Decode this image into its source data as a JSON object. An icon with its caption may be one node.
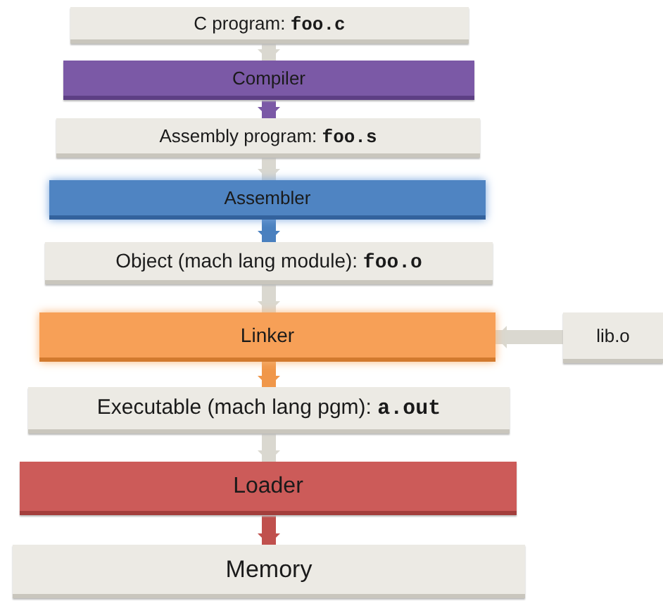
{
  "diagram": {
    "nodes": [
      {
        "text": [
          "C program: **foo.c**"
        ]
      },
      {
        "text": [
          "Compiler"
        ]
      },
      {
        "text": [
          "Assembly program: **foo.s**"
        ]
      },
      {
        "text": [
          "Assembler"
        ]
      },
      {
        "text": [
          "Object (mach lang module): **foo.o**"
        ]
      },
      {
        "text": [
          "Linker"
        ]
      },
      {
        "text": [
          "Executable (mach lang pgm): **a.out**"
        ]
      },
      {
        "text": [
          "Loader"
        ]
      },
      {
        "text": [
          "Memory"
        ]
      },
      {
        "text": [
          "lib.o"
        ]
      }
    ],
    "edges": [
      {
        "from": 0,
        "to": 1,
        "arrow": "to"
      },
      {
        "from": 1,
        "to": 2,
        "arrow": "to",
        "color": "#7b59a6"
      },
      {
        "from": 2,
        "to": 3,
        "arrow": "to"
      },
      {
        "from": 3,
        "to": 4,
        "arrow": "to",
        "color": "#4a80bf"
      },
      {
        "from": 4,
        "to": 5,
        "arrow": "to"
      },
      {
        "from": 5,
        "to": 6,
        "arrow": "to",
        "color": "#f0974a"
      },
      {
        "from": 6,
        "to": 7,
        "arrow": "to"
      },
      {
        "from": 7,
        "to": 8,
        "arrow": "to",
        "color": "#c0504d"
      },
      {
        "from": 9,
        "to": 5,
        "arrow": "to"
      }
    ]
  }
}
